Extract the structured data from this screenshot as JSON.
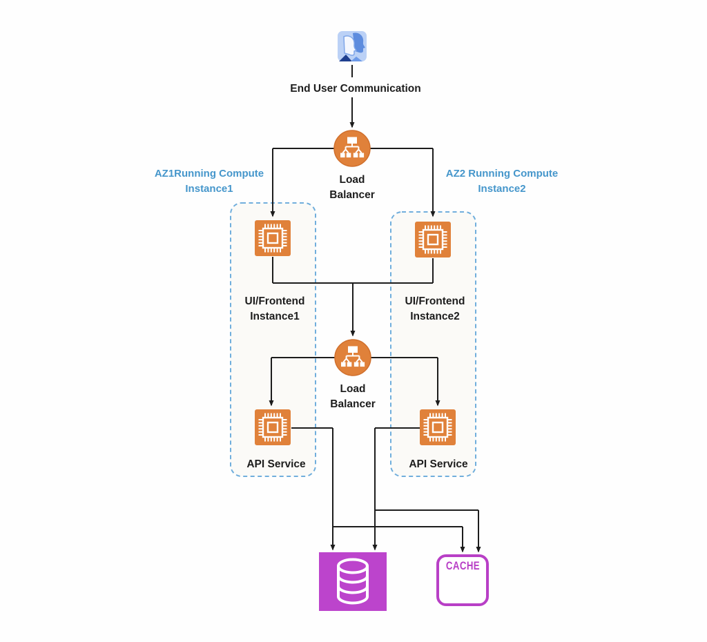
{
  "colors": {
    "line": "#1c1c1c",
    "orange": "#E0813A",
    "orange-edge": "#D06F2C",
    "blue-label": "#4596CB",
    "box-border": "#70AEDC",
    "box-fill": "#FBFAF7",
    "purple": "#BC44CC",
    "purple-border": "#B83FC6",
    "label": "#1d1d1d",
    "bg": "#FEFEFE"
  },
  "nodes": {
    "end_user": {
      "label": "End User Communication",
      "icon": "users-communication-icon"
    },
    "load_balancer_1": {
      "label": "Load Balancer",
      "icon": "load-balancer-icon"
    },
    "az1": {
      "label": "AZ1Running Compute Instance1"
    },
    "az2": {
      "label": "AZ2 Running Compute Instance2"
    },
    "ui_frontend_1": {
      "label": "UI/Frontend Instance1",
      "icon": "compute-chip-icon"
    },
    "ui_frontend_2": {
      "label": "UI/Frontend Instance2",
      "icon": "compute-chip-icon"
    },
    "load_balancer_2": {
      "label": "Load Balancer",
      "icon": "load-balancer-icon"
    },
    "api_service_1": {
      "label": "API Service",
      "icon": "compute-chip-icon"
    },
    "api_service_2": {
      "label": "API Service",
      "icon": "compute-chip-icon"
    },
    "database": {
      "icon": "database-cylinder-icon"
    },
    "cache": {
      "label": "CACHE",
      "icon": "cache-box"
    }
  }
}
